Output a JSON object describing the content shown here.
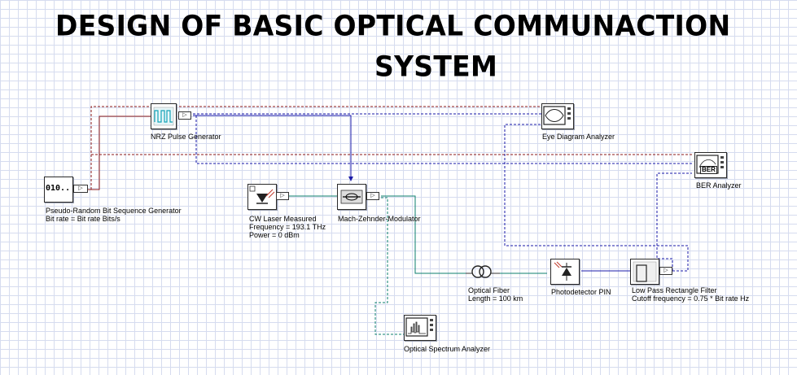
{
  "title": {
    "line1": "DESIGN OF BASIC OPTICAL COMMUNACTION",
    "line2": "SYSTEM"
  },
  "components": {
    "prbs": {
      "icon_text": "010..",
      "label": "Pseudo-Random Bit Sequence Generator",
      "param1": "Bit rate = Bit rate  Bits/s"
    },
    "nrz": {
      "label": "NRZ Pulse Generator"
    },
    "cw_laser": {
      "label": "CW Laser Measured",
      "param1": "Frequency = 193.1  THz",
      "param2": "Power = 0  dBm"
    },
    "mzm": {
      "label": "Mach-Zehnder-Modulator"
    },
    "fiber": {
      "label": "Optical Fiber",
      "param1": "Length = 100  km"
    },
    "photodetector": {
      "label": "Photodetector PIN"
    },
    "lpf": {
      "label": "Low Pass Rectangle Filter",
      "param1": "Cutoff frequency = 0.75 * Bit rate  Hz"
    },
    "eye": {
      "label": "Eye Diagram Analyzer"
    },
    "ber": {
      "label": "BER Analyzer",
      "icon_text": "BER"
    },
    "osa": {
      "label": "Optical Spectrum Analyzer"
    }
  },
  "colors": {
    "electrical": "#1a1aa8",
    "optical": "#0e7f6e",
    "binary": "#8b1a1a",
    "grid": "#d6dcef"
  }
}
